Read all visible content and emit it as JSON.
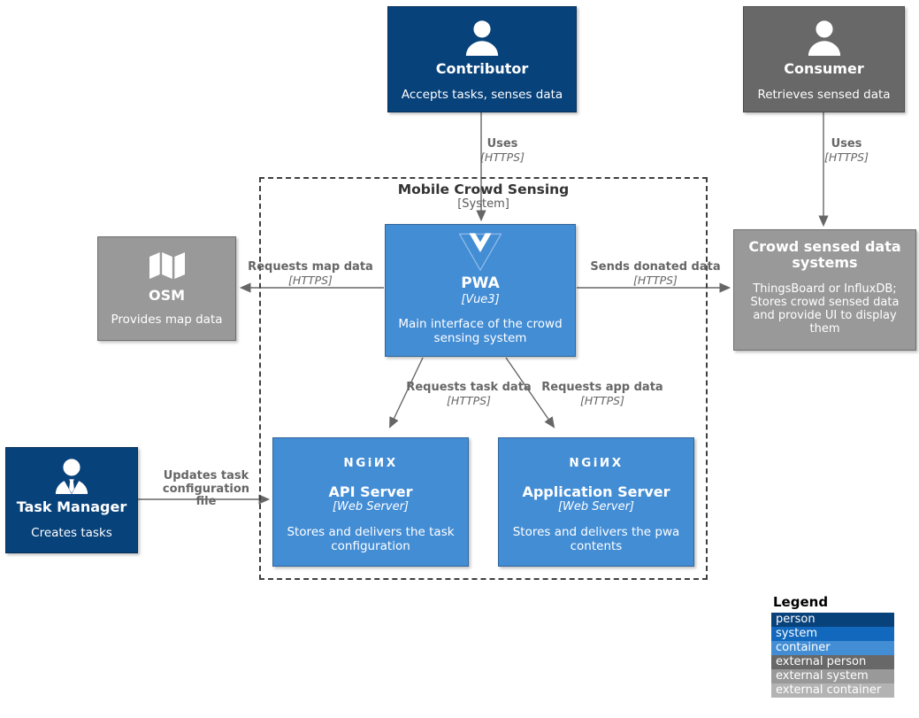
{
  "colors": {
    "person": "#08427B",
    "system": "#1168BD",
    "container": "#438DD5",
    "external_person": "#686868",
    "external_system": "#999999",
    "external_container": "#B3B3B3",
    "arrow": "#666666"
  },
  "boundary": {
    "title": "Mobile Crowd Sensing",
    "type": "[System]"
  },
  "nodes": {
    "contributor": {
      "title": "Contributor",
      "description": "Accepts tasks, senses data"
    },
    "consumer": {
      "title": "Consumer",
      "description": "Retrieves sensed data"
    },
    "pwa": {
      "title": "PWA",
      "technology": "[Vue3]",
      "description": "Main interface of the crowd sensing system"
    },
    "osm": {
      "title": "OSM",
      "description": "Provides map data"
    },
    "crowd_systems": {
      "title": "Crowd sensed data systems",
      "description": "ThingsBoard or InfluxDB; Stores crowd sensed data and provide UI to display them"
    },
    "task_manager": {
      "title": "Task Manager",
      "description": "Creates tasks"
    },
    "api_server": {
      "title": "API Server",
      "technology": "[Web Server]",
      "description": "Stores and delivers the task configuration",
      "logo_text": "NGiИX"
    },
    "app_server": {
      "title": "Application Server",
      "technology": "[Web Server]",
      "description": "Stores and delivers the pwa contents",
      "logo_text": "NGiИX"
    }
  },
  "edges": {
    "contributor_pwa": {
      "label": "Uses",
      "technology": "[HTTPS]"
    },
    "consumer_crowd": {
      "label": "Uses",
      "technology": "[HTTPS]"
    },
    "pwa_osm": {
      "label": "Requests map data",
      "technology": "[HTTPS]"
    },
    "pwa_crowd": {
      "label": "Sends donated data",
      "technology": "[HTTPS]"
    },
    "pwa_api": {
      "label": "Requests task data",
      "technology": "[HTTPS]"
    },
    "pwa_app": {
      "label": "Requests app data",
      "technology": "[HTTPS]"
    },
    "taskmgr_api": {
      "label": "Updates task configuration file"
    }
  },
  "legend": {
    "title": "Legend",
    "items": [
      {
        "label": "person",
        "color": "#08427B"
      },
      {
        "label": "system",
        "color": "#1168BD"
      },
      {
        "label": "container",
        "color": "#438DD5"
      },
      {
        "label": "external person",
        "color": "#686868"
      },
      {
        "label": "external system",
        "color": "#999999"
      },
      {
        "label": "external container",
        "color": "#B3B3B3"
      }
    ]
  }
}
